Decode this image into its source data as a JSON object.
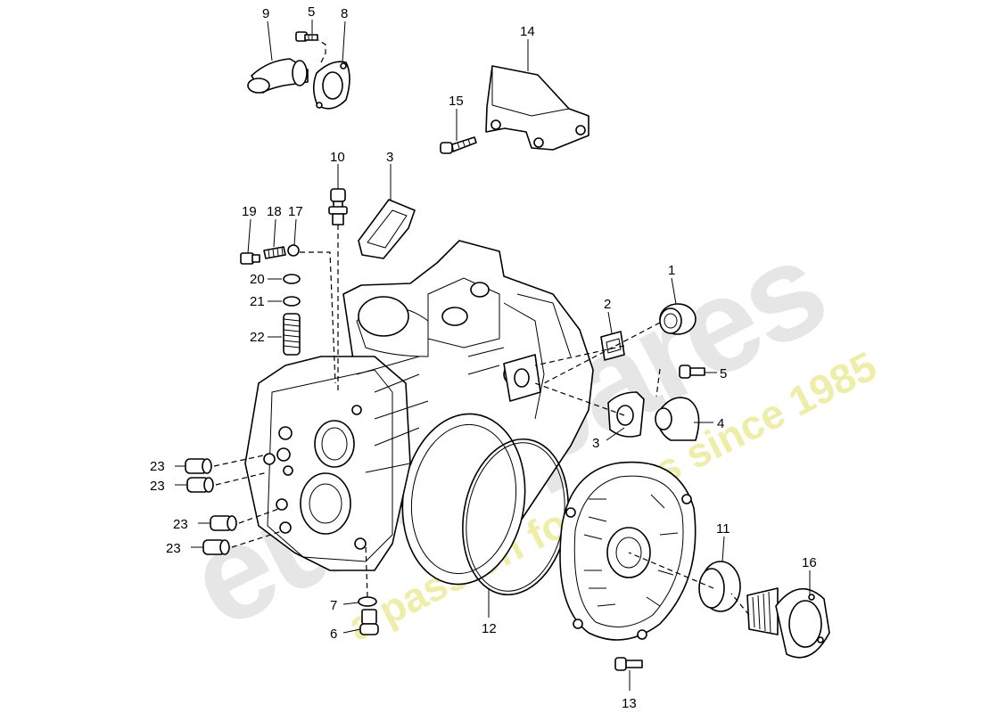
{
  "watermark": {
    "brand": "eurospares",
    "tagline": "a passion for parts since 1985",
    "colors": {
      "brand": "#e3e3e3",
      "tagline": "#eeeea0"
    }
  },
  "callouts": {
    "c1": "1",
    "c2": "2",
    "c3a": "3",
    "c3b": "3",
    "c4": "4",
    "c5a": "5",
    "c5b": "5",
    "c6": "6",
    "c7": "7",
    "c8": "8",
    "c9": "9",
    "c10": "10",
    "c11": "11",
    "c12": "12",
    "c13": "13",
    "c14": "14",
    "c15": "15",
    "c16": "16",
    "c17": "17",
    "c18": "18",
    "c19": "19",
    "c20": "20",
    "c21": "21",
    "c22": "22",
    "c23a": "23",
    "c23b": "23",
    "c23c": "23",
    "c23d": "23"
  }
}
